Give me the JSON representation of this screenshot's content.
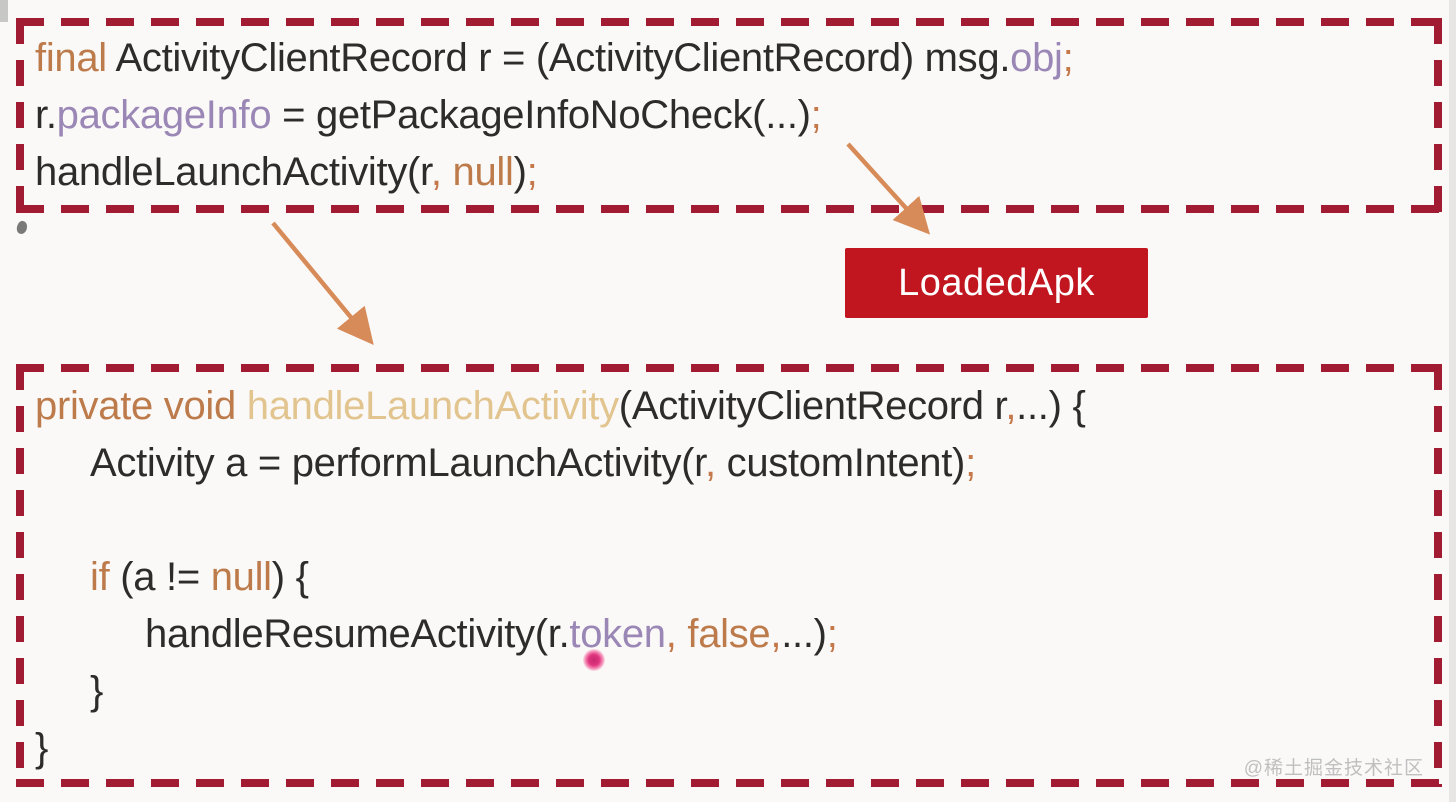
{
  "colors": {
    "background": "#faf9f8",
    "dashed_border": "#a11c33",
    "code_text": "#2e2b2b",
    "keyword_orange": "#bd7b4b",
    "method_name_gold": "#e2c48f",
    "field_purple": "#9a87b5",
    "punctuation_orange": "#c5784a",
    "loadedapk_bg": "#c1161f",
    "loadedapk_text": "#ffffff",
    "arrow_orange": "#d78b58",
    "laser_dot_pink": "#e0357f",
    "watermark_gray": "#c0bfbf"
  },
  "top_code": {
    "lines": [
      {
        "tokens": [
          {
            "t": "final"
          },
          {
            "t": " ActivityClientRecord r = (ActivityClientRecord) msg."
          },
          {
            "t": "obj"
          },
          {
            "t": ";"
          }
        ]
      },
      {
        "tokens": [
          {
            "t": "r."
          },
          {
            "t": "packageInfo"
          },
          {
            "t": " = getPackageInfoNoCheck(...)"
          },
          {
            "t": ";"
          }
        ]
      },
      {
        "tokens": [
          {
            "t": "handleLaunchActivity(r"
          },
          {
            "t": ", "
          },
          {
            "t": "null"
          },
          {
            "t": ")"
          },
          {
            "t": ";"
          }
        ]
      }
    ]
  },
  "loaded_apk": {
    "label": "LoadedApk"
  },
  "bottom_code": {
    "lines": [
      {
        "tokens": [
          {
            "t": "private void "
          },
          {
            "t": "handleLaunchActivity"
          },
          {
            "t": "(ActivityClientRecord r"
          },
          {
            "t": ","
          },
          {
            "t": "..."
          },
          {
            "t": ") {"
          }
        ]
      },
      {
        "tokens": [
          {
            "t": "Activity a = performLaunchActivity(r"
          },
          {
            "t": ", "
          },
          {
            "t": "customIntent)"
          },
          {
            "t": ";"
          }
        ]
      },
      {
        "tokens": []
      },
      {
        "tokens": [
          {
            "t": "if"
          },
          {
            "t": " (a != "
          },
          {
            "t": "null"
          },
          {
            "t": ") {"
          }
        ]
      },
      {
        "tokens": [
          {
            "t": "handleResumeActivity(r."
          },
          {
            "t": "token"
          },
          {
            "t": ", "
          },
          {
            "t": "false"
          },
          {
            "t": ","
          },
          {
            "t": "...)"
          },
          {
            "t": ";"
          }
        ]
      },
      {
        "tokens": [
          {
            "t": "}"
          }
        ]
      },
      {
        "tokens": [
          {
            "t": "}"
          }
        ]
      }
    ]
  },
  "watermark": {
    "text": "@稀土掘金技术社区"
  }
}
